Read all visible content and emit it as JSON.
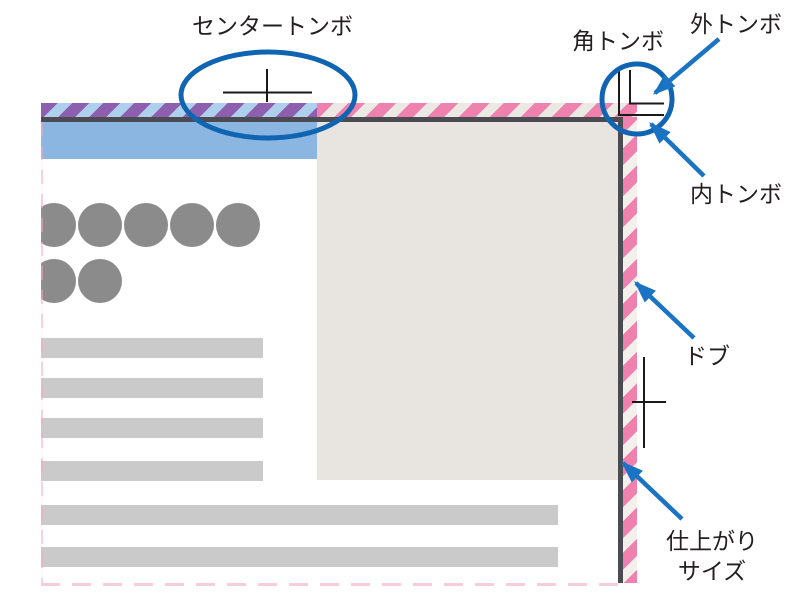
{
  "annotations": {
    "center_tombo": {
      "label": "センタートンボ"
    },
    "corner_tombo": {
      "label": "角トンボ"
    },
    "outer_tombo": {
      "label": "外トンボ"
    },
    "inner_tombo": {
      "label": "内トンボ"
    },
    "bleed": {
      "label": "ドブ"
    },
    "finished_size": {
      "label_line1": "仕上がり",
      "label_line2": "サイズ"
    }
  },
  "colors": {
    "annotation_ellipse_blue": "#1065b2",
    "annotation_arrow_blue": "#1b74c3",
    "header_blue": "#8cb6e2",
    "stripe_purple": "#8d5fae",
    "stripe_blue_gap": "#aed0ec",
    "stripe_pink": "#ee81ad",
    "stripe_light_gap": "#f3f0ec",
    "trim_line_dark": "#4b4b52",
    "image_placeholder_gray": "#e8e5e1",
    "circle_gray": "#8b8b8b",
    "text_bar_gray": "#cacaca",
    "text_black": "#231f20"
  },
  "mock_page": {
    "circle_rows": [
      5,
      2
    ],
    "narrow_text_bars": 4,
    "wide_text_bars": 2
  }
}
